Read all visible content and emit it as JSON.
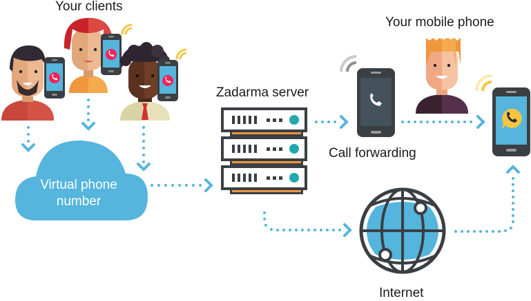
{
  "labels": {
    "clients": "Your clients",
    "mobile_phone": "Your mobile phone",
    "server": "Zadarma server",
    "call_forwarding": "Call forwarding",
    "internet": "Internet",
    "cloud_line1": "Virtual phone",
    "cloud_line2": "number"
  },
  "colors": {
    "accent_blue": "#55B5DC",
    "dark": "#3A3F44",
    "orange": "#F0963C",
    "teal": "#21A8AE",
    "call_red": "#F0245A",
    "wifi_yellow": "#F5C542"
  }
}
